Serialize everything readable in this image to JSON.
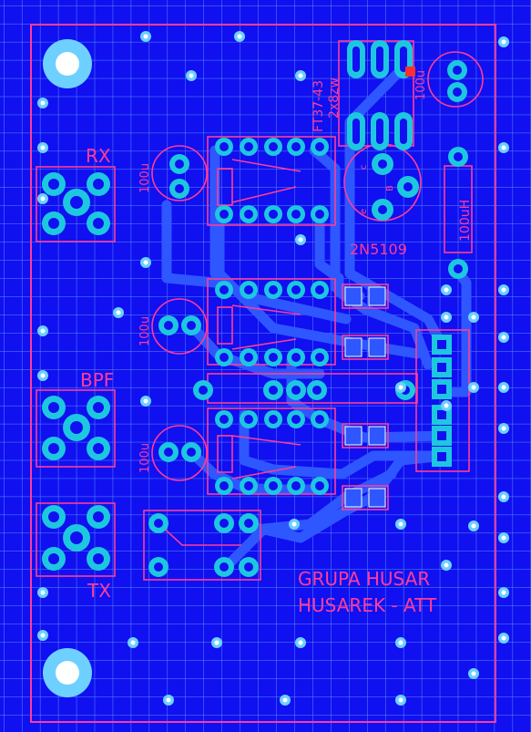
{
  "board": {
    "title": "GRUPA HUSAR",
    "subtitle": "HUSAREK - ATT",
    "colors": {
      "background": "#1010f0",
      "grid": "#5a8cff",
      "silkscreen": "#ff3c9a",
      "copper": "#2f57ff",
      "pad_ring": "#1dc7e0",
      "via": "#6dd0ff",
      "mounting_hole": "#ffffff"
    }
  },
  "labels": {
    "rx": "RX",
    "bpf": "BPF",
    "tx": "TX",
    "toroid": "FT37-43",
    "toroid_winding": "2x8zw",
    "transistor": "2N5109",
    "inductor": "100uH",
    "cap_top_right": "100u",
    "cap_1": "100u",
    "cap_2": "100u",
    "cap_3": "100u",
    "pin_e": "e",
    "pin_b": "B",
    "pin_c": "c"
  },
  "components": [
    {
      "id": "rx-connector",
      "label": "RX"
    },
    {
      "id": "bpf-connector",
      "label": "BPF"
    },
    {
      "id": "tx-connector",
      "label": "TX"
    },
    {
      "id": "relay-1"
    },
    {
      "id": "relay-2"
    },
    {
      "id": "relay-3"
    },
    {
      "id": "toroid-ft37-43",
      "label": "FT37-43"
    },
    {
      "id": "transistor-2n5109",
      "label": "2N5109"
    },
    {
      "id": "inductor-100uh",
      "label": "100uH"
    },
    {
      "id": "header-6pin"
    },
    {
      "id": "smd-resistors"
    },
    {
      "id": "jumper-block"
    }
  ]
}
